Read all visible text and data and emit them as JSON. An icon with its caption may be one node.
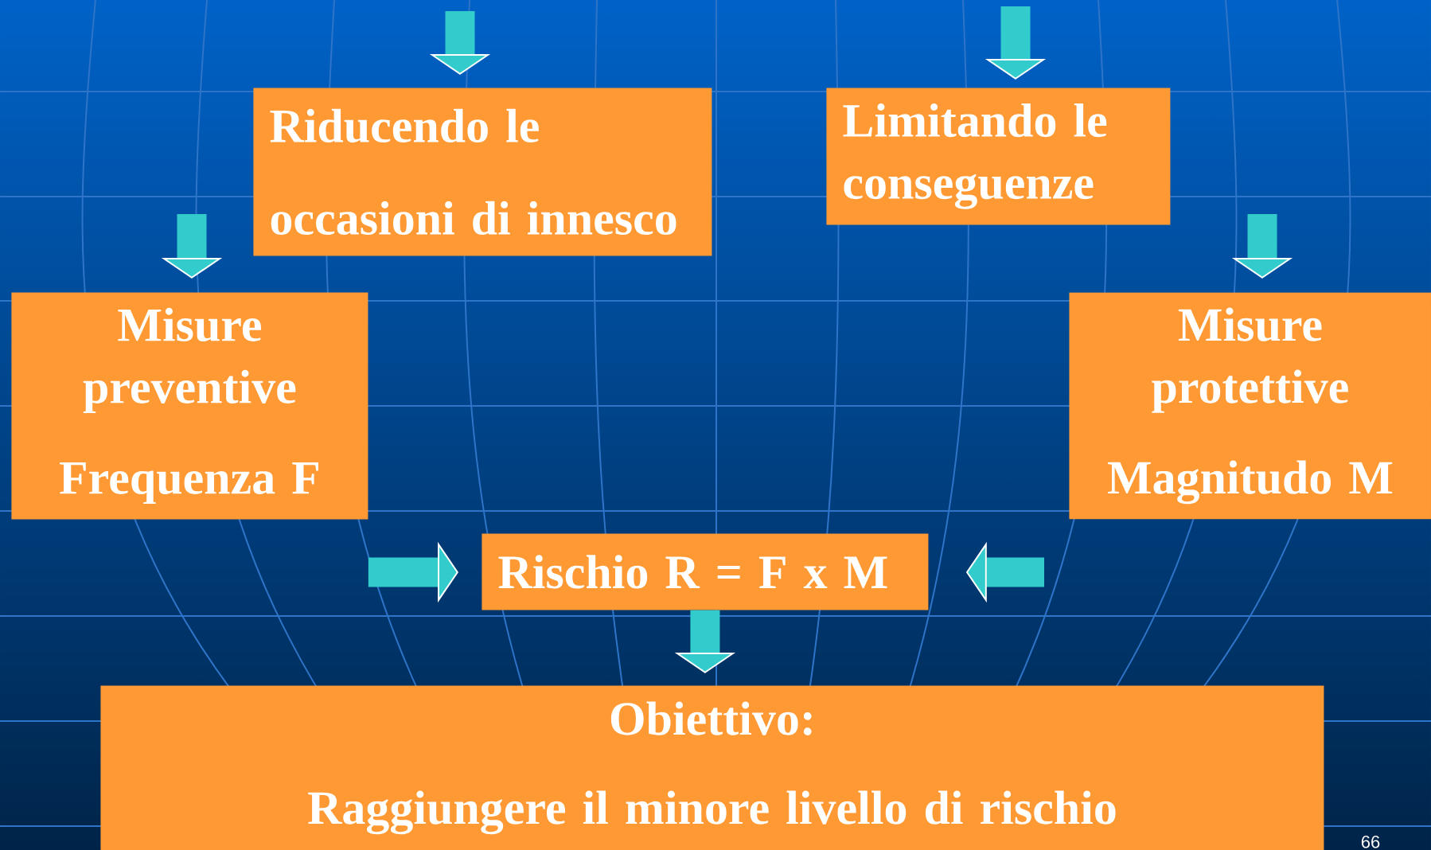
{
  "diagram": {
    "nodes": [
      {
        "text": [
          "Riducendo le occasioni di innesco"
        ]
      },
      {
        "text": [
          "Limitando le conseguenze"
        ]
      },
      {
        "text": [
          "Misure preventive",
          "Frequenza F"
        ]
      },
      {
        "text": [
          "Misure protettive",
          "Magnitudo M"
        ]
      },
      {
        "text": [
          "Rischio R = F x M"
        ]
      },
      {
        "text": [
          "Obiettivo:",
          "Raggiungere il minore livello di rischio"
        ]
      }
    ],
    "edges": [
      {
        "from": null,
        "to": 0,
        "arrow": "to"
      },
      {
        "from": null,
        "to": 1,
        "arrow": "to"
      },
      {
        "from": null,
        "to": 2,
        "arrow": "to"
      },
      {
        "from": null,
        "to": 3,
        "arrow": "to"
      },
      {
        "from": 2,
        "to": 4,
        "arrow": "to"
      },
      {
        "from": 3,
        "to": 4,
        "arrow": "to"
      },
      {
        "from": 4,
        "to": 5,
        "arrow": "to"
      }
    ],
    "labels": [
      "66"
    ]
  }
}
